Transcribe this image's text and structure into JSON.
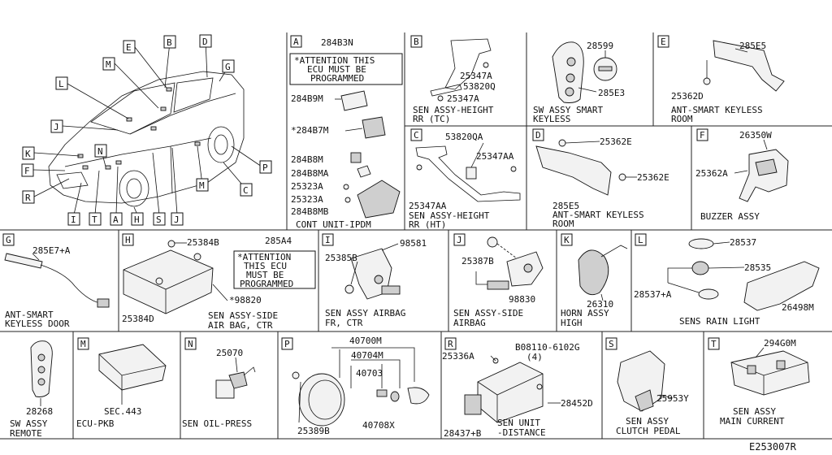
{
  "diagram_id": "E253007R",
  "vehicle": {
    "callouts": [
      "E",
      "B",
      "D",
      "M",
      "G",
      "L",
      "J",
      "K",
      "N",
      "F",
      "R",
      "I",
      "T",
      "A",
      "H",
      "S",
      "J",
      "M",
      "C",
      "P"
    ]
  },
  "panels": {
    "A": {
      "letter": "A",
      "attention": [
        "*ATTENTION THIS",
        "ECU MUST BE",
        "PROGRAMMED"
      ],
      "parts": [
        "284B3N",
        "284B9M",
        "*284B7M",
        "284B8M",
        "284B8MA",
        "25323A",
        "25323A",
        "284B8MB"
      ],
      "caption": "CONT UNIT-IPDM"
    },
    "B": {
      "letter": "B",
      "parts": [
        "25347A",
        "53820Q",
        "25347A"
      ],
      "caption": [
        "SEN ASSY-HEIGHT",
        "RR (TC)"
      ]
    },
    "SW": {
      "parts": [
        "28599",
        "285E3"
      ],
      "caption": [
        "SW ASSY SMART",
        "KEYLESS"
      ]
    },
    "E": {
      "letter": "E",
      "parts": [
        "285E5",
        "25362D"
      ],
      "caption": [
        "ANT-SMART KEYLESS",
        "ROOM"
      ]
    },
    "C": {
      "letter": "C",
      "parts": [
        "53820QA",
        "25347AA",
        "25347AA"
      ],
      "caption": [
        "SEN ASSY-HEIGHT",
        "RR (HT)"
      ]
    },
    "D": {
      "letter": "D",
      "parts": [
        "25362E",
        "25362E",
        "285E5"
      ],
      "caption": [
        "ANT-SMART KEYLESS",
        "ROOM"
      ]
    },
    "F": {
      "letter": "F",
      "parts": [
        "26350W",
        "25362A"
      ],
      "caption": [
        "BUZZER ASSY"
      ]
    },
    "G": {
      "letter": "G",
      "parts": [
        "285E7+A"
      ],
      "caption": [
        "ANT-SMART",
        "KEYLESS DOOR"
      ]
    },
    "H": {
      "letter": "H",
      "attention": [
        "*ATTENTION",
        "THIS ECU",
        "MUST BE",
        "PROGRAMMED"
      ],
      "parts": [
        "285A4",
        "25384B",
        "25384D",
        "*98820"
      ],
      "caption": [
        "SEN ASSY-SIDE",
        "AIR BAG, CTR"
      ]
    },
    "I": {
      "letter": "I",
      "parts": [
        "98581",
        "25385B"
      ],
      "caption": [
        "SEN ASSY AIRBAG",
        "FR, CTR"
      ]
    },
    "J": {
      "letter": "J",
      "parts": [
        "25387B",
        "98830"
      ],
      "caption": [
        "SEN ASSY-SIDE",
        "AIRBAG"
      ]
    },
    "K": {
      "letter": "K",
      "parts": [
        "26310"
      ],
      "caption": [
        "HORN ASSY",
        "HIGH"
      ]
    },
    "L": {
      "letter": "L",
      "parts": [
        "28537",
        "28535",
        "28537+A",
        "26498M"
      ],
      "caption": [
        "SENS RAIN LIGHT"
      ]
    },
    "REM": {
      "parts": [
        "28268"
      ],
      "caption": [
        "SW ASSY",
        "REMOTE"
      ]
    },
    "M": {
      "letter": "M",
      "parts": [
        "SEC.443"
      ],
      "caption": [
        "ECU-PKB"
      ]
    },
    "N": {
      "letter": "N",
      "parts": [
        "25070"
      ],
      "caption": [
        "SEN OIL-PRESS"
      ]
    },
    "P": {
      "letter": "P",
      "parts": [
        "40700M",
        "40704M",
        "40703",
        "25389B",
        "40708X"
      ]
    },
    "R": {
      "letter": "R",
      "parts": [
        "25336A",
        "B08110-6102G",
        "(4)",
        "28452D",
        "28437+B"
      ],
      "caption": [
        "SEN UNIT",
        "-DISTANCE"
      ]
    },
    "S": {
      "letter": "S",
      "parts": [
        "25953Y"
      ],
      "caption": [
        "SEN ASSY",
        "CLUTCH PEDAL"
      ]
    },
    "T": {
      "letter": "T",
      "parts": [
        "294G0M"
      ],
      "caption": [
        "SEN ASSY",
        "MAIN CURRENT"
      ]
    }
  }
}
